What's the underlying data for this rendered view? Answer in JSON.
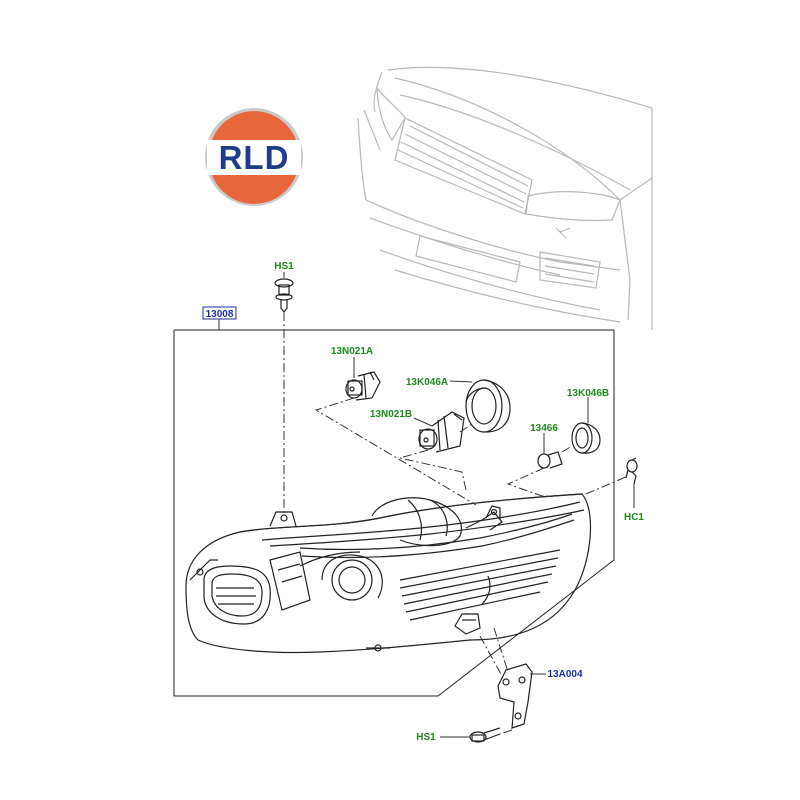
{
  "logo": {
    "text": "RLD",
    "colors": {
      "orange": "#e8673a",
      "ring": "#c9c9c9",
      "blue": "#1f3c8a"
    }
  },
  "callouts": [
    {
      "id": "hs1-top",
      "text": "HS1",
      "color": "green"
    },
    {
      "id": "main-assembly",
      "text": "13008",
      "color": "blue",
      "boxed": true
    },
    {
      "id": "bulb-a",
      "text": "13N021A",
      "color": "green"
    },
    {
      "id": "cap-a",
      "text": "13K046A",
      "color": "green"
    },
    {
      "id": "bulb-b",
      "text": "13N021B",
      "color": "green"
    },
    {
      "id": "cap-b",
      "text": "13K046B",
      "color": "green"
    },
    {
      "id": "bulb-small",
      "text": "13466",
      "color": "green"
    },
    {
      "id": "clip",
      "text": "HC1",
      "color": "green"
    },
    {
      "id": "bracket",
      "text": "13A004",
      "color": "blue"
    },
    {
      "id": "hs1-bottom",
      "text": "HS1",
      "color": "green"
    }
  ],
  "colors": {
    "green": "#1e8a1e",
    "blue": "#1a2f9e",
    "line": "#222222",
    "car": "#b8b8b8"
  }
}
